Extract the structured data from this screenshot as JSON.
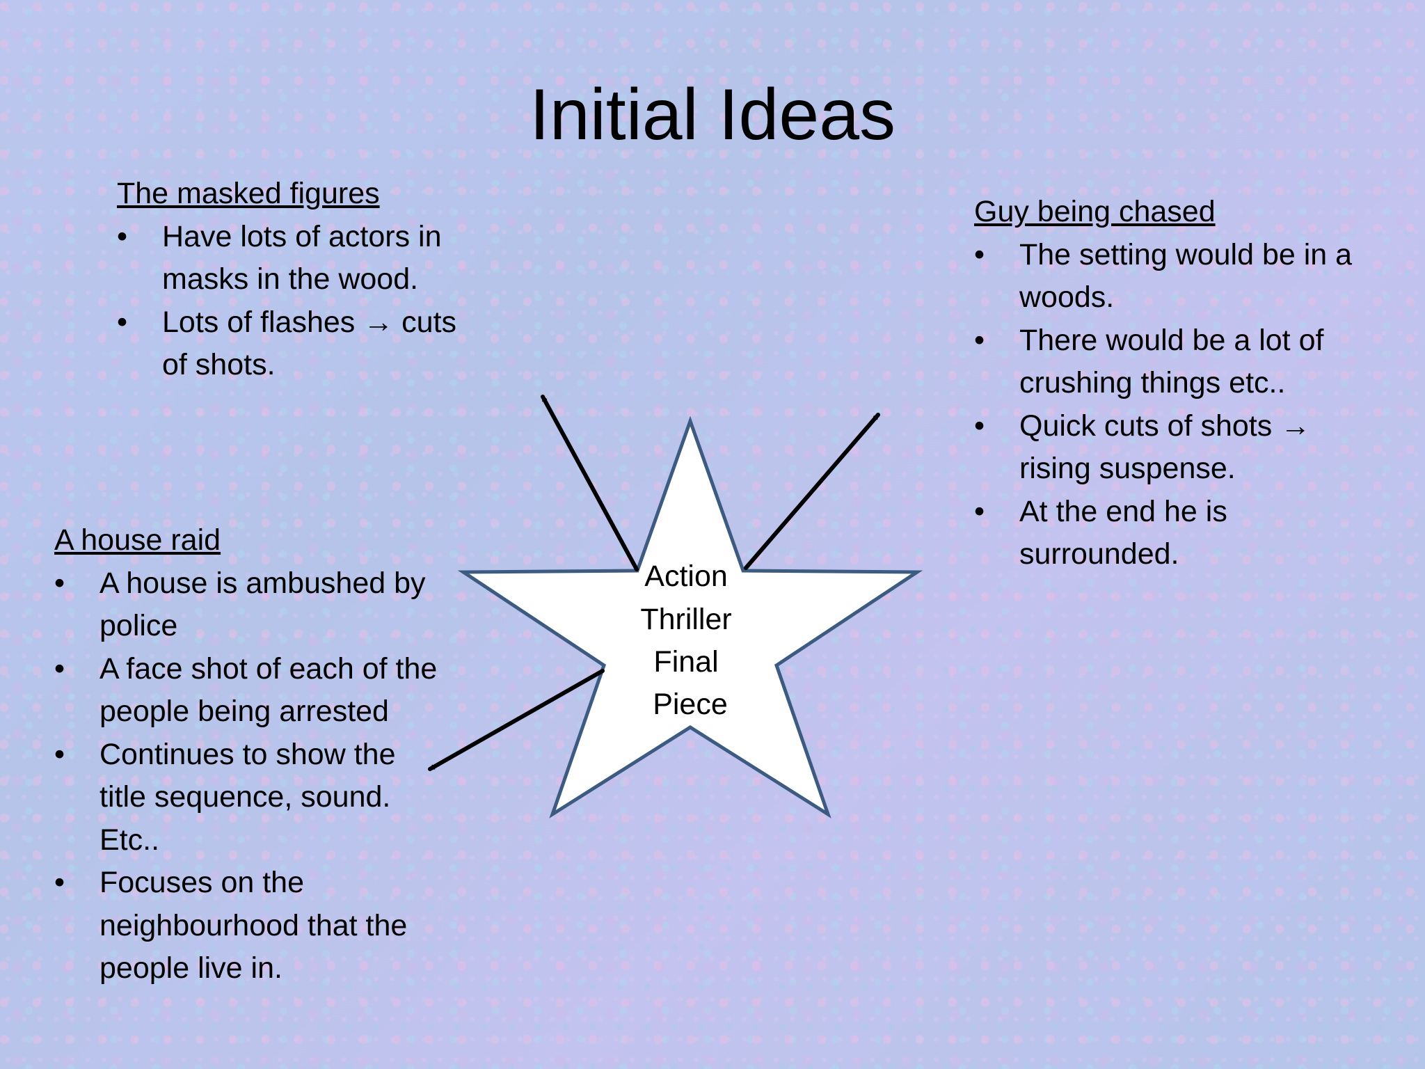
{
  "title": "Initial Ideas",
  "center": {
    "lines": [
      "Action",
      "Thriller",
      "Final",
      "Piece"
    ]
  },
  "ideas": [
    {
      "heading": "The masked figures",
      "bullets": [
        "Have lots of actors in masks in the wood.",
        "Lots of flashes → cuts of shots."
      ]
    },
    {
      "heading": "Guy being chased",
      "bullets": [
        "The setting would be in a woods.",
        "There would be a lot of crushing things etc..",
        "Quick cuts of shots → rising suspense.",
        "At the end he is surrounded."
      ]
    },
    {
      "heading": "A house raid",
      "bullets": [
        "A house is ambushed by police",
        "A face shot of each of the people being arrested",
        "Continues to show the title sequence, sound. Etc..",
        "Focuses on the neighbourhood that the people live in."
      ]
    }
  ],
  "colors": {
    "star_fill": "#ffffff",
    "star_stroke": "#3d5a80",
    "arrow": "#000000"
  }
}
